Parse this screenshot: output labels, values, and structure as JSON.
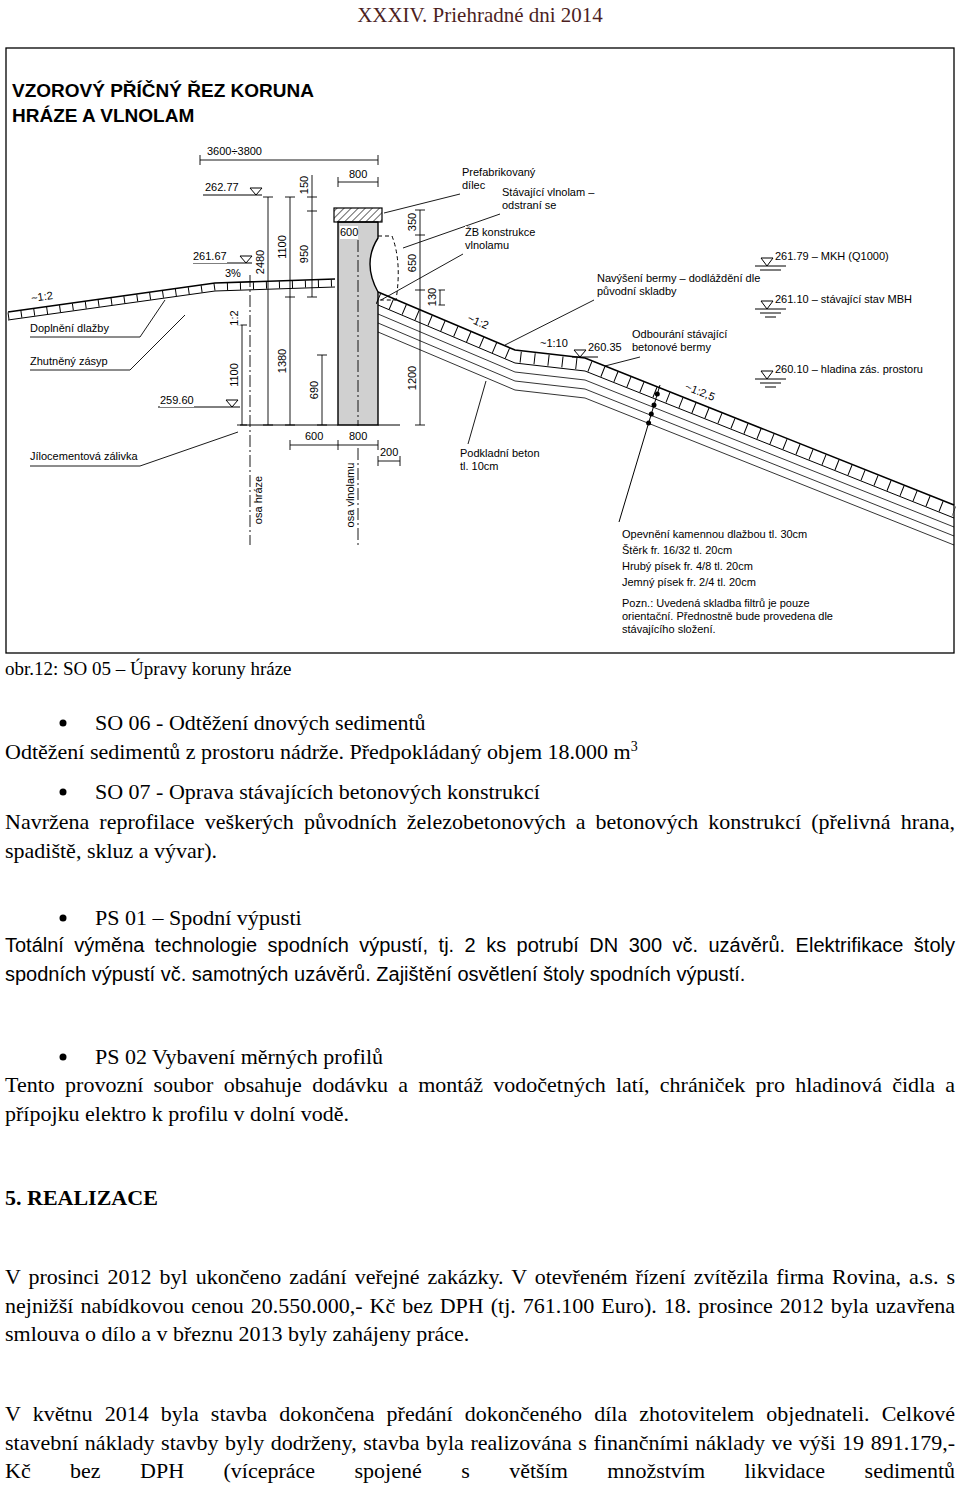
{
  "diagram": {
    "title": "VZOROVÝ PŘÍČNÝ ŘEZ KORUNA HRÁZE A VLNOLAM",
    "caption": "obr.12: SO 05 – Úpravy koruny hráze",
    "labels": [
      "3600÷3800",
      "800",
      "262.77",
      "261.67",
      "3%",
      "150",
      "1100",
      "950",
      "2480",
      "600",
      "350",
      "650",
      "130",
      "1380",
      "1200",
      "~1:2",
      "Doplnění dlažby",
      "Zhutněný zásyp",
      "1:2",
      "259.60",
      "1100",
      "690",
      "600",
      "800",
      "200",
      "Jílocementová zálivka",
      "osa hráze",
      "osa vlnolamu",
      "Prefabrikovaný dílec",
      "Stávající vlnolam – odstraní se",
      "ŽB konstrukce vlnolamu",
      "261.79 – MKH (Q1000)",
      "Navýšení bermy – dodláždění dle původní skladby",
      "261.10 – stávající stav MBH",
      "~1:2",
      "~1:10",
      "260.35",
      "Odbourání stávající betonové bermy",
      "260.10 – hladina zás. prostoru",
      "~1:2,5",
      "Podkladní beton tl. 10cm",
      "Opevnění kamennou dlažbou tl. 30cm",
      "Štěrk fr. 16/32 tl. 20cm",
      "Hrubý písek fr. 4/8 tl. 20cm",
      "Jemný písek fr. 2/4 tl. 20cm",
      "Pozn.: Uvedená skladba filtrů je pouze orientační. Přednostně bude provedena dle stávajícího složení.",
      "XXXIV. Priehradné dni 2014",
      "SO 06 - Odtěžení dnových sedimentů",
      "Odtěžení sedimentů z prostoru nádrže. Předpokládaný objem 18.000 m",
      "3",
      "SO 07 - Oprava stávajících betonových konstrukcí",
      "Navržena reprofilace veškerých původních železobetonových a betonových konstrukcí (přelivná hrana, spadiště, skluz a vývar).",
      "PS 01 – Spodní výpusti",
      "Totální výměna technologie spodních výpustí, tj. 2 ks potrubí DN 300 vč. uzávěrů. Elektrifikace štoly spodních výpustí vč. samotných uzávěrů. Zajištění osvětlení štoly spodních výpustí.",
      "PS 02 Vybavení měrných profilů",
      "Tento provozní soubor obsahuje dodávku a montáž vodočetných latí, chrániček pro hladinová čidla a přípojku elektro k profilu v dolní vodě.",
      "5. REALIZACE",
      "V prosinci 2012 byl ukončeno zadání veřejné zakázky. V otevřeném řízení zvítězila firma Rovina, a.s. s nejnižší nabídkovou cenou 20.550.000,- Kč bez DPH (tj. 761.100 Euro). 18. prosince 2012 byla uzavřena smlouva o dílo a v březnu 2013 byly zahájeny práce.",
      "V květnu 2014 byla stavba dokončena předání dokončeného díla zhotovitelem objednateli. Celkové stavební náklady stavby byly dodrženy, stavba byla realizována s finančními náklady ve výši 19 891.179,- Kč bez DPH (vícepráce spojené s větším množstvím likvidace sedimentů"
    ]
  }
}
